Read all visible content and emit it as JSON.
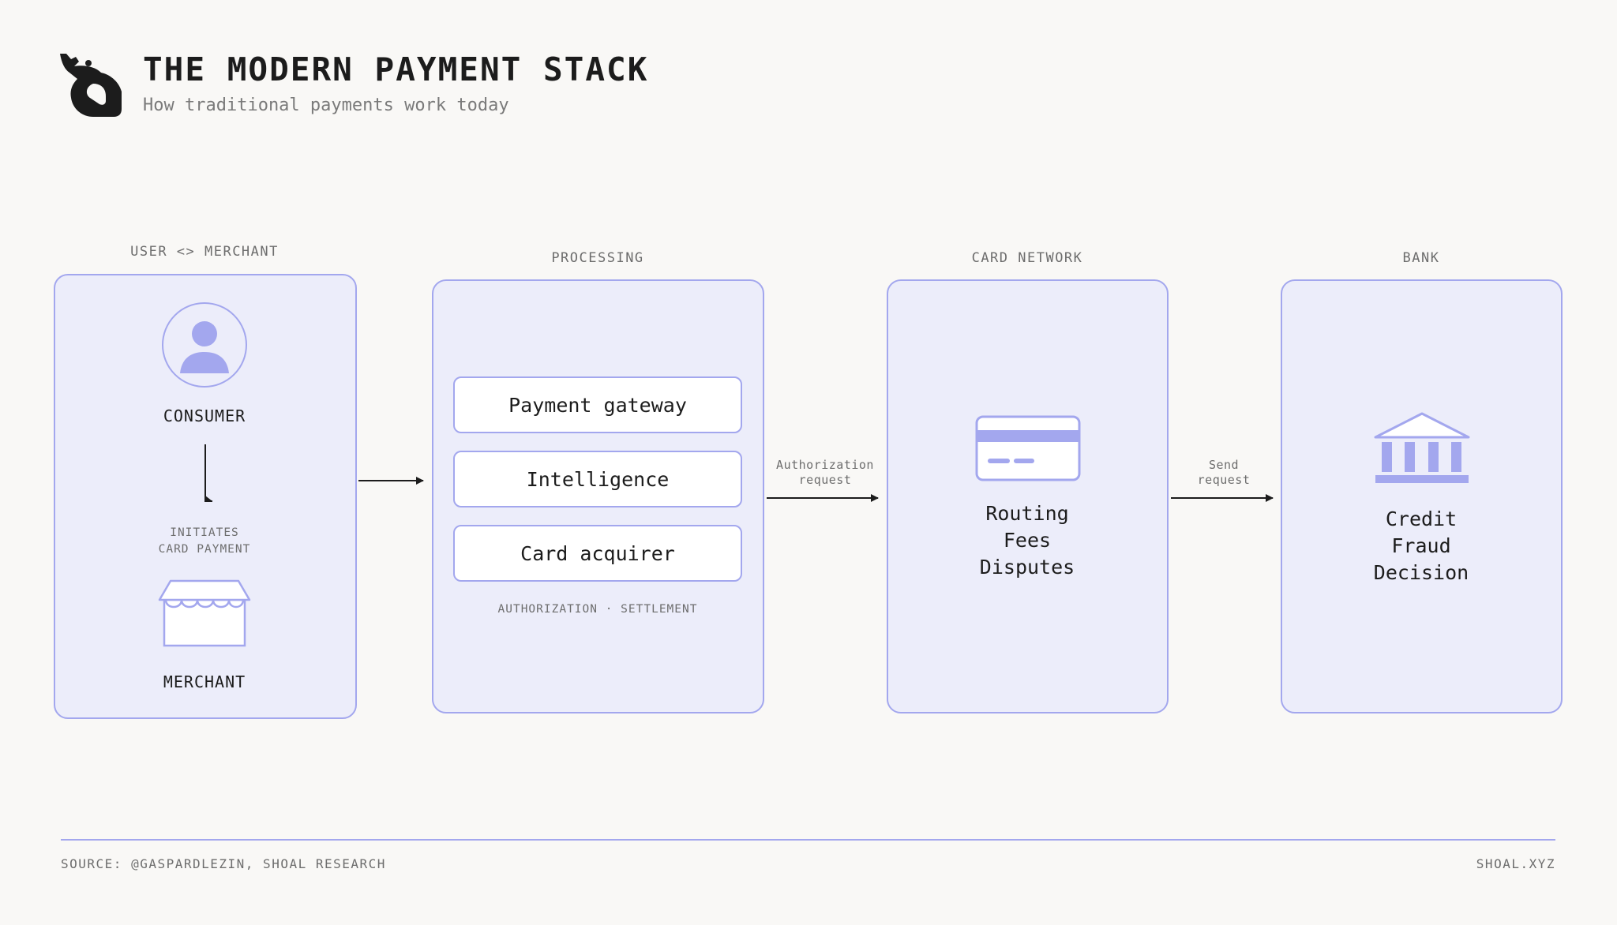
{
  "header": {
    "title": "THE MODERN PAYMENT STACK",
    "subtitle": "How traditional payments work today"
  },
  "columns": {
    "user_merchant": {
      "label": "USER <> MERCHANT",
      "consumer_label": "CONSUMER",
      "initiates_line1": "INITIATES",
      "initiates_line2": "CARD PAYMENT",
      "merchant_label": "MERCHANT"
    },
    "processing": {
      "label": "PROCESSING",
      "items": [
        "Payment gateway",
        "Intelligence",
        "Card acquirer"
      ],
      "caption": "AUTHORIZATION · SETTLEMENT"
    },
    "card_network": {
      "label": "CARD NETWORK",
      "lines": [
        "Routing",
        "Fees",
        "Disputes"
      ]
    },
    "bank": {
      "label": "BANK",
      "lines": [
        "Credit",
        "Fraud",
        "Decision"
      ]
    }
  },
  "arrows": {
    "auth_request_line1": "Authorization",
    "auth_request_line2": "request",
    "send_request_line1": "Send",
    "send_request_line2": "request"
  },
  "footer": {
    "source": "SOURCE: @GASPARDLEZIN, SHOAL RESEARCH",
    "site": "SHOAL.XYZ"
  },
  "icons": {
    "logo": "shoal-logo-icon",
    "consumer": "user-icon",
    "merchant": "storefront-icon",
    "card_network": "credit-card-icon",
    "bank": "bank-icon"
  },
  "colors": {
    "accent": "#a3a7ee",
    "panel_fill": "#ecedfa",
    "background": "#f9f8f6",
    "text": "#1c1c1c",
    "muted_text": "#6d6d6d"
  }
}
